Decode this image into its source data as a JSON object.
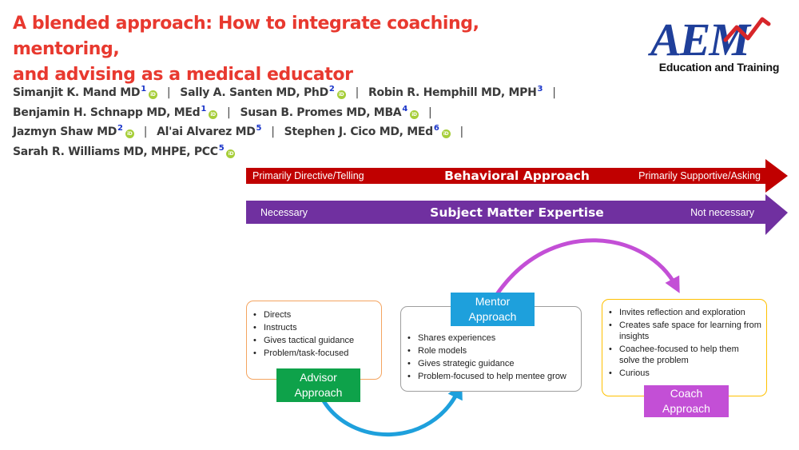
{
  "title": {
    "line1": "A blended approach: How to integrate coaching, mentoring,",
    "line2": "and advising as a medical educator"
  },
  "logo": {
    "mark": "AEM",
    "subtitle": "Education and Training"
  },
  "authors": {
    "separator": "|",
    "orcid_badge": "iD",
    "lines": [
      [
        {
          "name": "Simanjit K. Mand MD",
          "sup": "1",
          "orcid": true
        },
        {
          "name": "Sally A. Santen MD, PhD",
          "sup": "2",
          "orcid": true
        },
        {
          "name": "Robin R. Hemphill MD, MPH",
          "sup": "3",
          "orcid": false
        }
      ],
      [
        {
          "name": "Benjamin H. Schnapp MD, MEd",
          "sup": "1",
          "orcid": true
        },
        {
          "name": "Susan B. Promes MD, MBA",
          "sup": "4",
          "orcid": true
        }
      ],
      [
        {
          "name": "Jazmyn Shaw MD",
          "sup": "2",
          "orcid": true
        },
        {
          "name": "Al'ai Alvarez MD",
          "sup": "5",
          "orcid": false
        },
        {
          "name": "Stephen J. Cico MD, MEd",
          "sup": "6",
          "orcid": true
        }
      ],
      [
        {
          "name": "Sarah R. Williams MD, MHPE, PCC",
          "sup": "5",
          "orcid": true
        }
      ]
    ]
  },
  "behavioral": {
    "left": "Primarily Directive/Telling",
    "center": "Behavioral Approach",
    "right": "Primarily Supportive/Asking",
    "color": "#c00000"
  },
  "expertise": {
    "left": "Necessary",
    "center": "Subject Matter Expertise",
    "right": "Not necessary",
    "color": "#7030a0"
  },
  "advisor": {
    "label_line1": "Advisor",
    "label_line2": "Approach",
    "items": [
      "Directs",
      "Instructs",
      "Gives tactical guidance",
      "Problem/task-focused"
    ],
    "border": "#f4a460",
    "label_color": "#0ea24a"
  },
  "mentor": {
    "label_line1": "Mentor",
    "label_line2": "Approach",
    "items": [
      "Shares experiences",
      "Role models",
      "Gives strategic guidance",
      "Problem-focused to help mentee grow"
    ],
    "border": "#9e9e9e",
    "label_color": "#1ea0dc"
  },
  "coach": {
    "label_line1": "Coach",
    "label_line2": "Approach",
    "items": [
      "Invites reflection and exploration",
      "Creates safe space for learning from insights",
      "Coachee-focused to help them solve the problem",
      "Curious"
    ],
    "border": "#ffc000",
    "label_color": "#c34fd6"
  },
  "arrows": {
    "advisor_to_mentor": "#1ea0dc",
    "mentor_to_coach": "#c34fd6"
  }
}
